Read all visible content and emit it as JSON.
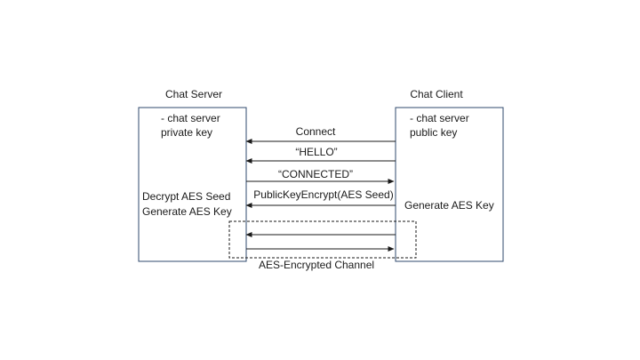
{
  "server": {
    "title": "Chat Server",
    "notes": [
      "- chat server",
      "private key"
    ],
    "actions": [
      "Decrypt AES Seed",
      "Generate AES Key"
    ]
  },
  "client": {
    "title": "Chat Client",
    "notes": [
      "- chat server",
      "public key"
    ],
    "actions": [
      "Generate AES Key"
    ]
  },
  "messages": [
    {
      "label": "Connect",
      "direction": "to-server"
    },
    {
      "label": "“HELLO”",
      "direction": "to-server"
    },
    {
      "label": "“CONNECTED”",
      "direction": "to-client"
    },
    {
      "label": "PublicKeyEncrypt(AES Seed)",
      "direction": "to-server"
    }
  ],
  "channel": {
    "label": "AES-Encrypted Channel",
    "arrows": [
      {
        "direction": "to-server"
      },
      {
        "direction": "to-client"
      }
    ]
  },
  "colors": {
    "box_stroke": "#2f4a6e",
    "arrow": "#1a1a1a"
  }
}
